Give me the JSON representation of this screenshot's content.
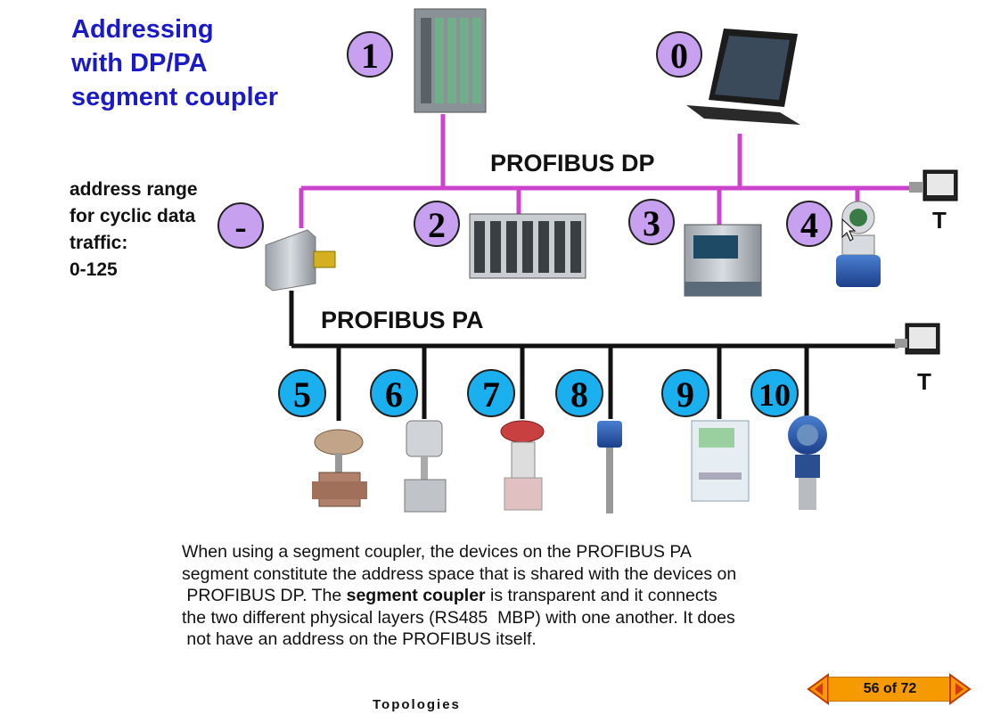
{
  "title": {
    "line1": "Addressing",
    "line2": "with DP/PA",
    "line3": "segment coupler"
  },
  "address_range": {
    "line1": "address range",
    "line2": "for cyclic data",
    "line3": "traffic:",
    "line4": "0-125"
  },
  "buses": {
    "dp": "PROFIBUS DP",
    "pa": "PROFIBUS PA",
    "terminator": "T"
  },
  "dp_addresses": {
    "plc": "1",
    "laptop": "0",
    "coupler": "-",
    "rio": "2",
    "display": "3",
    "flowmeter": "4"
  },
  "pa_addresses": [
    "5",
    "6",
    "7",
    "8",
    "9",
    "10"
  ],
  "colors": {
    "dp_bus": "#cc44cc",
    "pa_bus": "#111111",
    "dp_circle": "#c8a0f0",
    "pa_circle": "#1ab0f0",
    "title": "#1a1ac8",
    "nav": "#f59a00"
  },
  "description": {
    "line1": "When using a segment coupler, the devices on the PROFIBUS PA",
    "line2": "segment constitute the address space that is shared with the devices on",
    "line3_a": " PROFIBUS DP. The ",
    "line3_b": "segment coupler",
    "line3_c": " is transparent and it connects",
    "line4": "the two different physical layers (RS485  MBP) with one another. It does",
    "line5": " not have an address on the PROFIBUS itself."
  },
  "footer": "Topologies",
  "navigation": {
    "page": "56 of 72",
    "prev_icon": "arrow-left-icon",
    "next_icon": "arrow-right-icon"
  }
}
